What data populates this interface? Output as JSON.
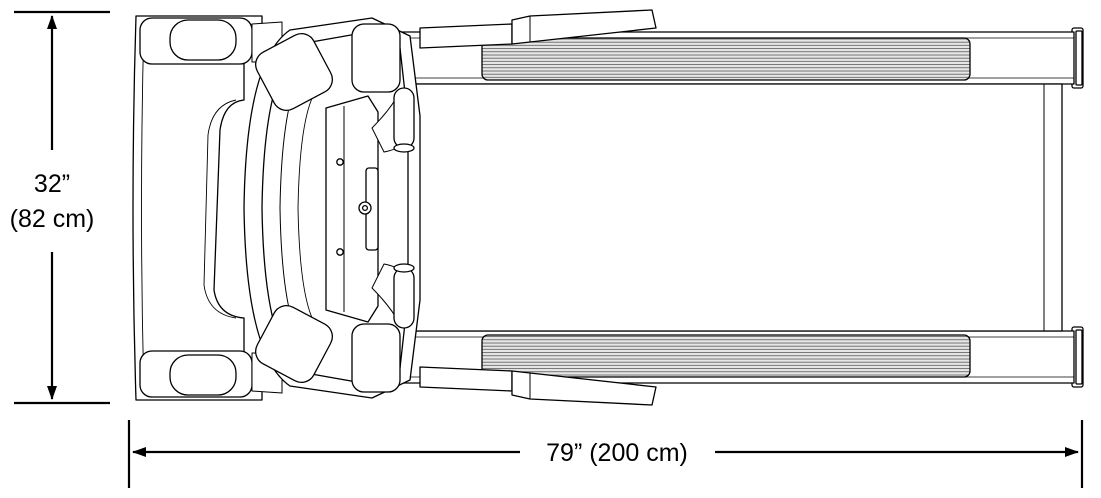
{
  "diagram": {
    "subject": "treadmill-top-view",
    "line_color": "#000000",
    "fill_color": "#ffffff",
    "belt_color": "#cfcfcf",
    "dimensions": {
      "height_imperial": "32”",
      "height_metric": "(82 cm)",
      "length_label": "79” (200 cm)"
    }
  }
}
